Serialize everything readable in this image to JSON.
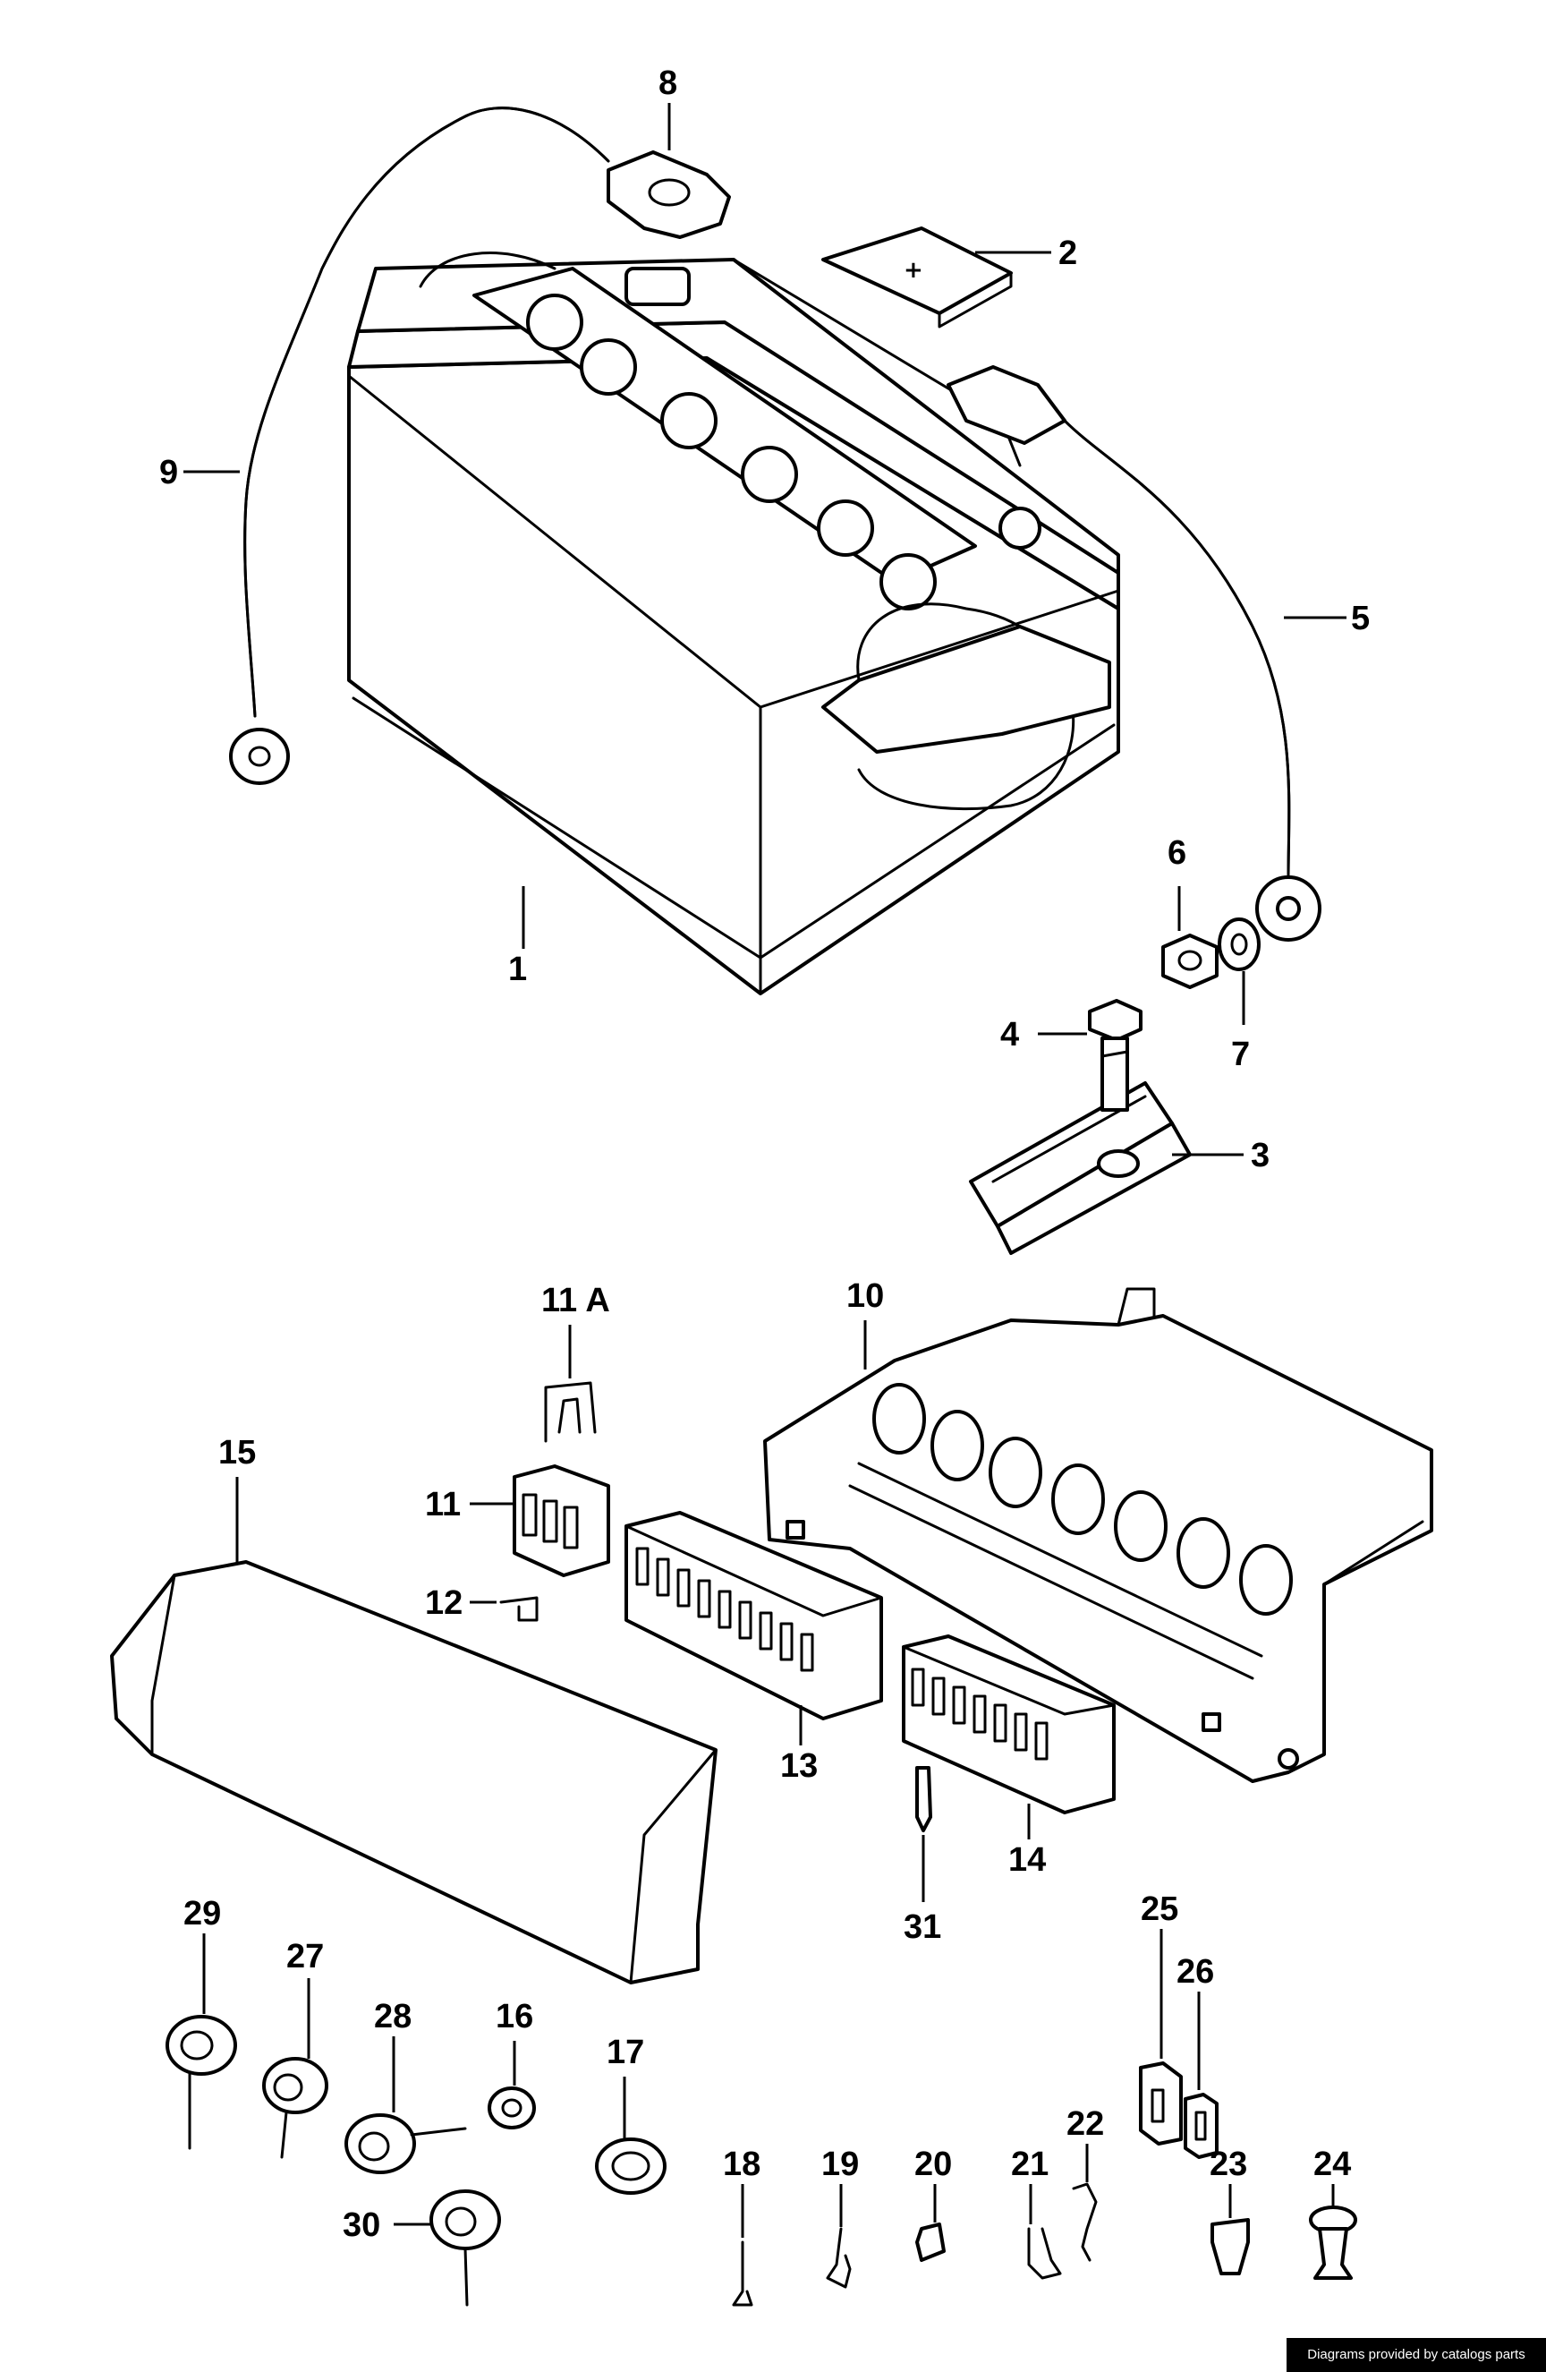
{
  "callouts": {
    "c1": "1",
    "c2": "2",
    "c3": "3",
    "c4": "4",
    "c5": "5",
    "c6": "6",
    "c7": "7",
    "c8": "8",
    "c9": "9",
    "c10": "10",
    "c11": "11",
    "c11a": "11 A",
    "c12": "12",
    "c13": "13",
    "c14": "14",
    "c15": "15",
    "c16": "16",
    "c17": "17",
    "c18": "18",
    "c19": "19",
    "c20": "20",
    "c21": "21",
    "c22": "22",
    "c23": "23",
    "c24": "24",
    "c25": "25",
    "c26": "26",
    "c27": "27",
    "c28": "28",
    "c29": "29",
    "c30": "30",
    "c31": "31"
  },
  "footer": {
    "credit": "Diagrams provided by catalogs parts"
  }
}
